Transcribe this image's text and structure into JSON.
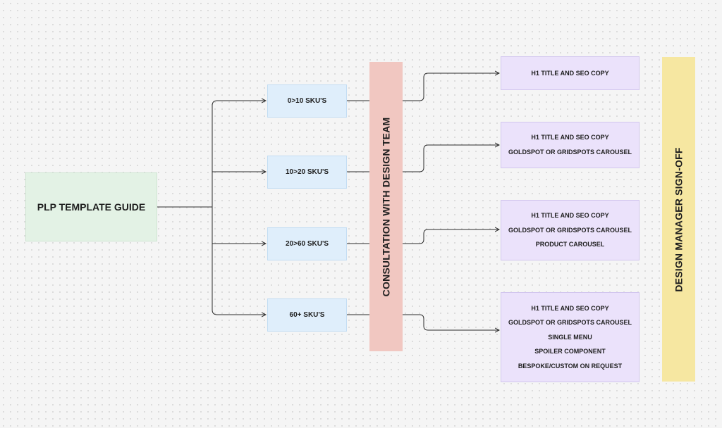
{
  "root": {
    "label": "PLP TEMPLATE GUIDE"
  },
  "sku_ranges": [
    "0>10 SKU'S",
    "10>20 SKU'S",
    "20>60 SKU'S",
    "60+ SKU'S"
  ],
  "consultation": {
    "label": "CONSULTATION WITH DESIGN TEAM"
  },
  "outcomes": [
    [
      "H1 TITLE AND SEO COPY"
    ],
    [
      "H1 TITLE AND SEO COPY",
      "GOLDSPOT OR GRIDSPOTS CAROUSEL"
    ],
    [
      "H1 TITLE AND SEO COPY",
      "GOLDSPOT OR GRIDSPOTS CAROUSEL",
      "PRODUCT CAROUSEL"
    ],
    [
      "H1 TITLE AND SEO COPY",
      "GOLDSPOT OR GRIDSPOTS CAROUSEL",
      "SINGLE MENU",
      "SPOILER COMPONENT",
      "BESPOKE/CUSTOM ON REQUEST"
    ]
  ],
  "signoff": {
    "label": "DESIGN MANAGER SIGN-OFF"
  },
  "colors": {
    "root_fill": "#e3f2e5",
    "sku_fill": "#dfeefb",
    "consultation_fill": "#f1c7c1",
    "outcome_fill": "#ebe2fb",
    "signoff_fill": "#f6e7a1",
    "connector": "#2b2b2b"
  }
}
